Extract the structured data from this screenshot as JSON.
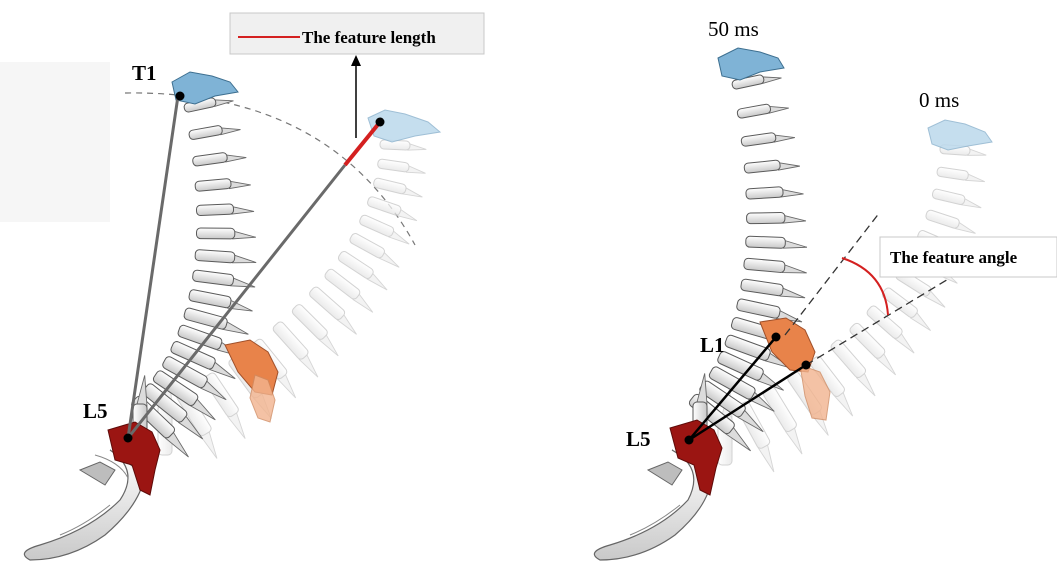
{
  "left_panel": {
    "label_top": "T1",
    "label_bottom": "L5",
    "legend": {
      "text": "The feature length",
      "line_color": "#d42020"
    }
  },
  "right_panel": {
    "time_upright": "50 ms",
    "time_flexed": "0 ms",
    "label_mid": "L1",
    "label_bottom": "L5",
    "angle_label": "The feature angle"
  },
  "colors": {
    "cervical_blue": "#7fb3d6",
    "lumbar_orange": "#e8834a",
    "sacral_red": "#9b1512",
    "feature_red": "#d42020",
    "connector_gray": "#6a6a6a"
  }
}
